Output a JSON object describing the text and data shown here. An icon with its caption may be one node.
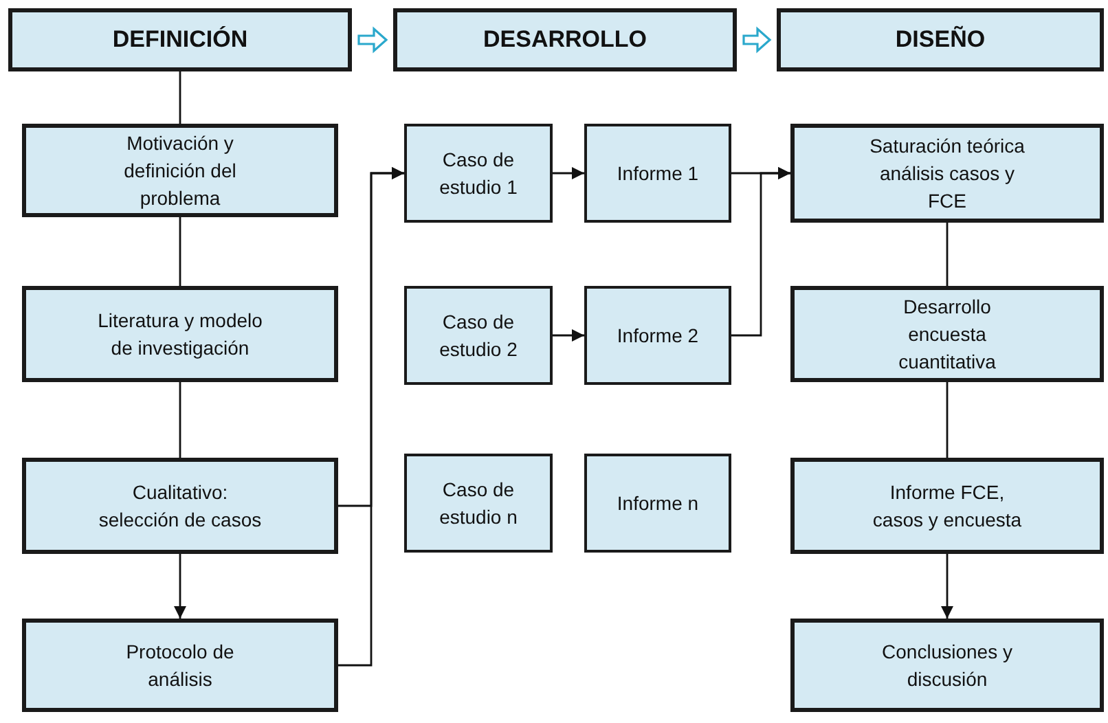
{
  "diagram": {
    "nodes": [
      {
        "text": [
          "DEFINICIÓN"
        ]
      },
      {
        "text": [
          "DESARROLLO"
        ]
      },
      {
        "text": [
          "DISEÑO"
        ]
      },
      {
        "text": [
          "Motivación y definición del problema"
        ]
      },
      {
        "text": [
          "Literatura y modelo de investigación"
        ]
      },
      {
        "text": [
          "Cualitativo: selección de casos"
        ]
      },
      {
        "text": [
          "Protocolo de análisis"
        ]
      },
      {
        "text": [
          "Caso de estudio 1"
        ]
      },
      {
        "text": [
          "Informe 1"
        ]
      },
      {
        "text": [
          "Caso de estudio 2"
        ]
      },
      {
        "text": [
          "Informe 2"
        ]
      },
      {
        "text": [
          "Caso de estudio n"
        ]
      },
      {
        "text": [
          "Informe n"
        ]
      },
      {
        "text": [
          "Saturación teórica análisis casos y FCE"
        ]
      },
      {
        "text": [
          "Desarrollo encuesta cuantitativa"
        ]
      },
      {
        "text": [
          "Informe FCE, casos y encuesta"
        ]
      },
      {
        "text": [
          "Conclusiones y discusión"
        ]
      }
    ],
    "edges": [
      {
        "from": 0,
        "to": 1,
        "arrow": "to",
        "color": "#2aa8cc"
      },
      {
        "from": 1,
        "to": 2,
        "arrow": "to",
        "color": "#2aa8cc"
      },
      {
        "from": 0,
        "to": 3,
        "arrow": "none"
      },
      {
        "from": 3,
        "to": 4,
        "arrow": "none"
      },
      {
        "from": 4,
        "to": 5,
        "arrow": "none"
      },
      {
        "from": 5,
        "to": 6,
        "arrow": "to"
      },
      {
        "from": 5,
        "to": 7,
        "arrow": "to"
      },
      {
        "from": 6,
        "to": 7,
        "arrow": "to"
      },
      {
        "from": 7,
        "to": 8,
        "arrow": "to"
      },
      {
        "from": 9,
        "to": 10,
        "arrow": "to"
      },
      {
        "from": 8,
        "to": 13,
        "arrow": "to"
      },
      {
        "from": 10,
        "to": 13,
        "arrow": "to"
      },
      {
        "from": 13,
        "to": 14,
        "arrow": "none"
      },
      {
        "from": 14,
        "to": 15,
        "arrow": "none"
      },
      {
        "from": 15,
        "to": 16,
        "arrow": "to"
      }
    ]
  }
}
